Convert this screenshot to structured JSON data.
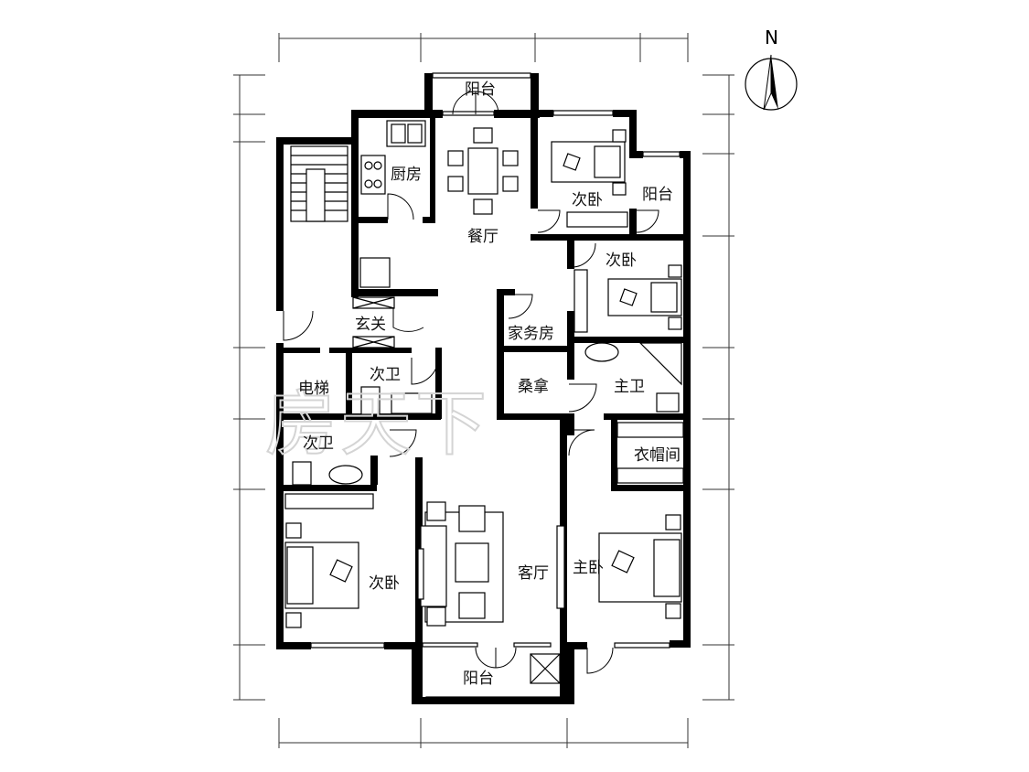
{
  "compass": {
    "label": "N"
  },
  "watermark": {
    "text": "房天下"
  },
  "rooms": {
    "balcony_north": "阳台",
    "kitchen": "厨房",
    "dining": "餐厅",
    "bedroom_ne": "次卧",
    "balcony_east": "阳台",
    "bedroom_e": "次卧",
    "foyer": "玄关",
    "utility": "家务房",
    "elevator": "电梯",
    "bath_small": "次卫",
    "sauna": "桑拿",
    "master_bath": "主卫",
    "bath_sw": "次卫",
    "closet": "衣帽间",
    "living": "客厅",
    "master_bedroom": "主卧",
    "bedroom_sw": "次卧",
    "balcony_south": "阳台"
  }
}
